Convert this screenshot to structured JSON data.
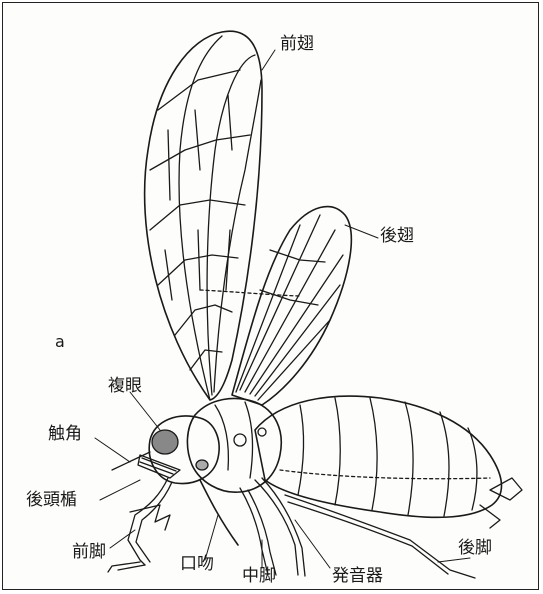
{
  "figure": {
    "panel_letter": "a",
    "labels": {
      "forewing": "前翅",
      "hindwing": "後翅",
      "compound_eye": "複眼",
      "antenna": "触角",
      "postclypeus": "後頭楯",
      "foreleg": "前脚",
      "proboscis": "口吻",
      "midleg": "中脚",
      "sound_organ": "発音器",
      "hindleg": "後脚"
    }
  },
  "colors": {
    "ink": "#1a1a1a",
    "paper": "#fdfdfb",
    "frame": "#222222"
  }
}
